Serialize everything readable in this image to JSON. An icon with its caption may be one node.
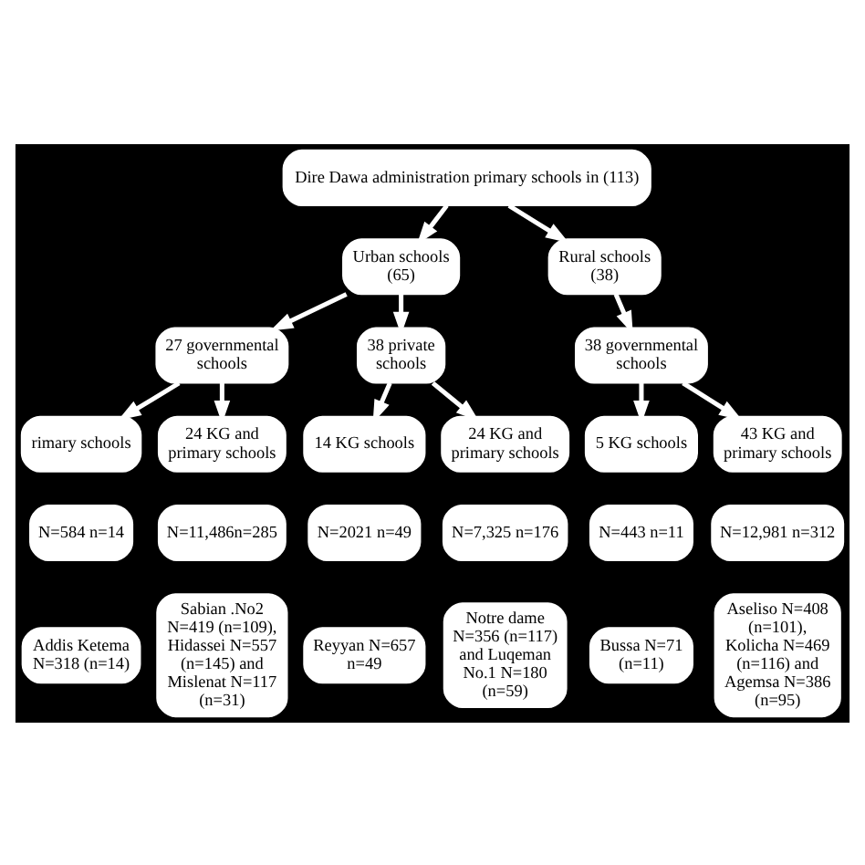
{
  "diagram": {
    "nodes": [
      {
        "text": [
          "Dire Dawa administration primary schools in (113)"
        ]
      },
      {
        "text": [
          "Urban schools (65)"
        ]
      },
      {
        "text": [
          "Rural schools (38)"
        ]
      },
      {
        "text": [
          "27 governmental schools"
        ]
      },
      {
        "text": [
          "38 private schools"
        ]
      },
      {
        "text": [
          "38 governmental schools"
        ]
      },
      {
        "text": [
          "rimary schools"
        ]
      },
      {
        "text": [
          "24 KG and primary schools"
        ]
      },
      {
        "text": [
          "14 KG schools"
        ]
      },
      {
        "text": [
          "24 KG and primary schools"
        ]
      },
      {
        "text": [
          "5 KG schools"
        ]
      },
      {
        "text": [
          "43 KG and primary schools"
        ]
      },
      {
        "text": [
          "N=584 n=14"
        ]
      },
      {
        "text": [
          "N=11,486n=285"
        ]
      },
      {
        "text": [
          "N=2021 n=49"
        ]
      },
      {
        "text": [
          "N=7,325 n=176"
        ]
      },
      {
        "text": [
          "N=443 n=11"
        ]
      },
      {
        "text": [
          "N=12,981 n=312"
        ]
      },
      {
        "text": [
          "Addis Ketema N=318 (n=14)"
        ]
      },
      {
        "text": [
          "Sabian .No2 N=419 (n=109), Hidassei N=557 (n=145) and Mislenat N=117 (n=31)"
        ]
      },
      {
        "text": [
          "Reyyan N=657 n=49"
        ]
      },
      {
        "text": [
          "Notre dame N=356 (n=117) and Luqeman No.1 N=180 (n=59)"
        ]
      },
      {
        "text": [
          "Bussa N=71 (n=11)"
        ]
      },
      {
        "text": [
          "Aseliso N=408 (n=101), Kolicha N=469 (n=116) and Agemsa N=386 (n=95)"
        ]
      }
    ],
    "edges": [
      {
        "from": 0,
        "to": 1,
        "arrow": "to"
      },
      {
        "from": 0,
        "to": 2,
        "arrow": "to"
      },
      {
        "from": 1,
        "to": 3,
        "arrow": "to"
      },
      {
        "from": 1,
        "to": 4,
        "arrow": "to"
      },
      {
        "from": 2,
        "to": 5,
        "arrow": "to"
      },
      {
        "from": 3,
        "to": 6,
        "arrow": "to"
      },
      {
        "from": 3,
        "to": 7,
        "arrow": "to"
      },
      {
        "from": 4,
        "to": 8,
        "arrow": "to"
      },
      {
        "from": 4,
        "to": 9,
        "arrow": "to"
      },
      {
        "from": 5,
        "to": 10,
        "arrow": "to"
      },
      {
        "from": 5,
        "to": 11,
        "arrow": "to"
      }
    ]
  }
}
